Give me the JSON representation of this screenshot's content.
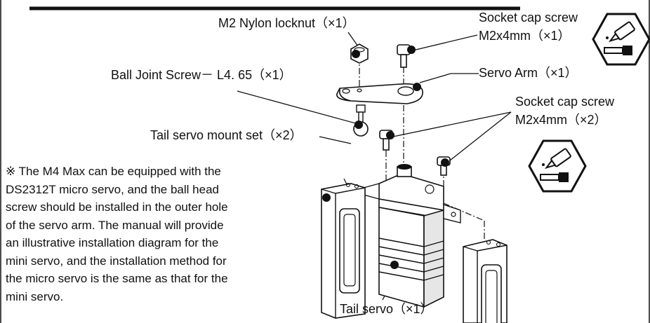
{
  "labels": {
    "nylon_locknut": "M2 Nylon locknut（×1）",
    "socket_top_name": "Socket cap screw",
    "socket_top_size": "M2x4mm（×1）",
    "ball_joint_screw": "Ball Joint Screw－ L4. 65（×1）",
    "servo_arm": "Servo Arm（×1）",
    "socket_right_name": "Socket cap screw",
    "socket_right_size": "M2x4mm（×2）",
    "tail_mount_set": "Tail servo mount set（×2）",
    "tail_servo": "Tail servo（×1）"
  },
  "note": "※ The M4 Max can be equipped with the DS2312T micro servo, and the ball head screw should be installed in the outer hole of the servo arm. The manual will provide an illustrative installation diagram for the mini servo, and the installation method for the micro servo is the same as that for the mini servo.",
  "icons": [
    "threadlocker-icon",
    "threadlocker-icon"
  ],
  "colors": {
    "line": "#111111",
    "part_fill": "#ffffff",
    "part_shade": "#d9d9d9",
    "marker": "#111111"
  }
}
